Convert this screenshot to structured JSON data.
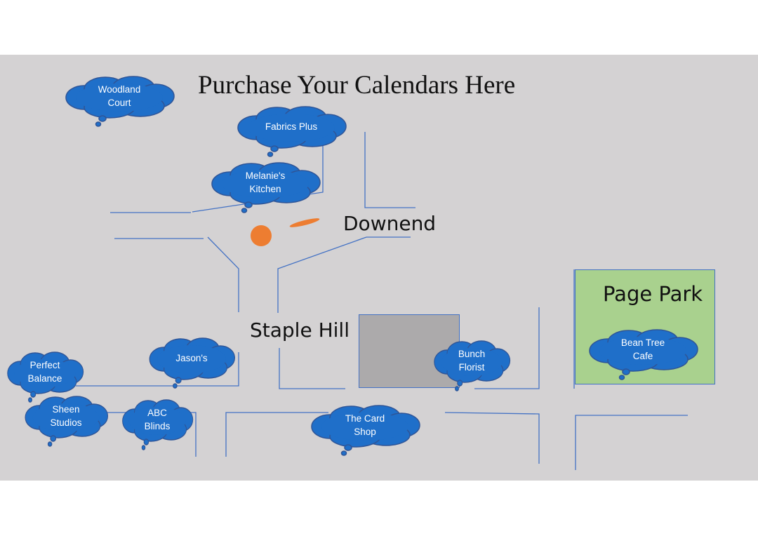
{
  "title": "Purchase Your Calendars Here",
  "areas": {
    "downend": "Downend",
    "staple_hill": "Staple Hill",
    "page_park": "Page Park"
  },
  "shops": [
    {
      "id": "woodland-court",
      "label": "Woodland\nCourt"
    },
    {
      "id": "fabrics-plus",
      "label": "Fabrics Plus"
    },
    {
      "id": "melanies-kitchen",
      "label": "Melanie's\nKitchen"
    },
    {
      "id": "jasons",
      "label": "Jason's"
    },
    {
      "id": "perfect-balance",
      "label": "Perfect\nBalance"
    },
    {
      "id": "sheen-studios",
      "label": "Sheen\nStudios"
    },
    {
      "id": "abc-blinds",
      "label": "ABC\nBlinds"
    },
    {
      "id": "the-card-shop",
      "label": "The Card\nShop"
    },
    {
      "id": "bunch-florist",
      "label": "Bunch\nFlorist"
    },
    {
      "id": "bean-tree-cafe",
      "label": "Bean Tree\nCafe"
    }
  ],
  "colors": {
    "map_background": "#d4d2d3",
    "street": "#4472c4",
    "cloud_fill": "#1f6fc9",
    "cloud_stroke": "#2f5597",
    "park_fill": "#a9d18e",
    "block_fill": "#acaaab",
    "marker": "#ed7d31"
  }
}
